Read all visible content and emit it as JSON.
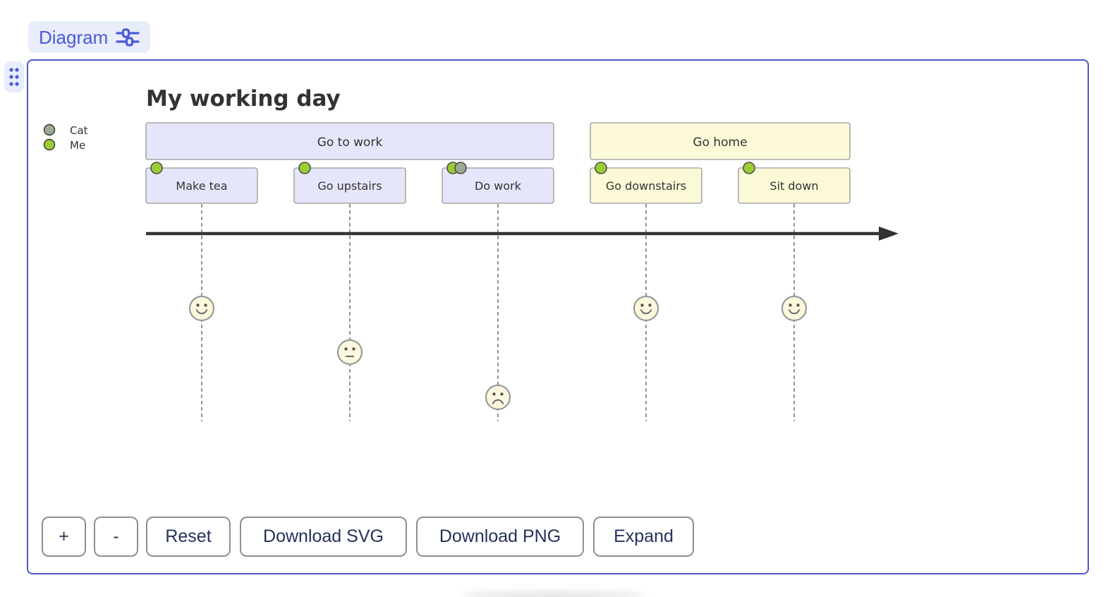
{
  "header": {
    "diagram_button_label": "Diagram"
  },
  "diagram": {
    "title": "My working day",
    "legend": [
      {
        "label": "Cat",
        "color": "#9aab90"
      },
      {
        "label": "Me",
        "color": "#9acd32"
      }
    ],
    "sections": [
      {
        "label": "Go to work",
        "fill": "#e6e6fa"
      },
      {
        "label": "Go home",
        "fill": "#fbf9d8"
      }
    ],
    "tasks": [
      {
        "label": "Make tea",
        "section": "Go to work",
        "score": 5,
        "actors": [
          "Me"
        ],
        "face": "happy"
      },
      {
        "label": "Go upstairs",
        "section": "Go to work",
        "score": 3,
        "actors": [
          "Me"
        ],
        "face": "neutral"
      },
      {
        "label": "Do work",
        "section": "Go to work",
        "score": 1,
        "actors": [
          "Me",
          "Cat"
        ],
        "face": "sad"
      },
      {
        "label": "Go downstairs",
        "section": "Go home",
        "score": 5,
        "actors": [
          "Me"
        ],
        "face": "happy"
      },
      {
        "label": "Sit down",
        "section": "Go home",
        "score": 5,
        "actors": [
          "Me"
        ],
        "face": "happy"
      }
    ]
  },
  "controls": {
    "zoom_in": "+",
    "zoom_out": "-",
    "reset": "Reset",
    "download_svg": "Download SVG",
    "download_png": "Download PNG",
    "expand": "Expand"
  },
  "colors": {
    "accent_blue": "#4a5bd6",
    "accent_blue_bg": "#e8ecfb",
    "panel_border": "#4c57c9",
    "section_lavender": "#e6e6fa",
    "section_yellow": "#fbf9d8",
    "actor_cat": "#9aab90",
    "actor_me": "#9acd32",
    "face_fill": "#fdf8dd",
    "face_stroke": "#999999",
    "box_border": "#999999",
    "arrow_color": "#333333",
    "button_text": "#263159"
  }
}
